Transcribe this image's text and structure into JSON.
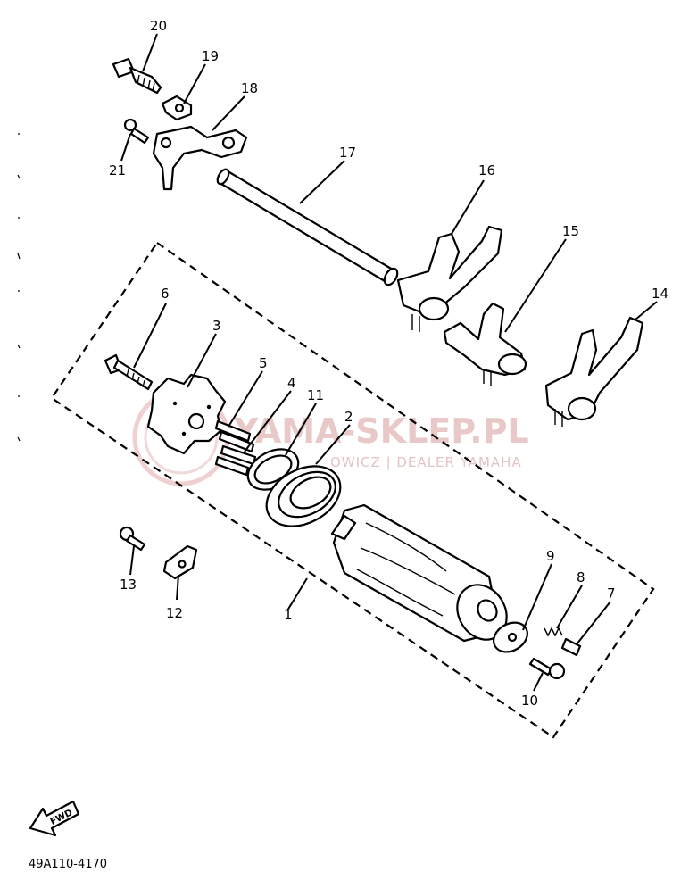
{
  "diagram": {
    "callouts": [
      {
        "id": "c20",
        "label": "20"
      },
      {
        "id": "c19",
        "label": "19"
      },
      {
        "id": "c18",
        "label": "18"
      },
      {
        "id": "c21",
        "label": "21"
      },
      {
        "id": "c17",
        "label": "17"
      },
      {
        "id": "c16",
        "label": "16"
      },
      {
        "id": "c15",
        "label": "15"
      },
      {
        "id": "c14",
        "label": "14"
      },
      {
        "id": "c6",
        "label": "6"
      },
      {
        "id": "c3",
        "label": "3"
      },
      {
        "id": "c5",
        "label": "5"
      },
      {
        "id": "c4",
        "label": "4"
      },
      {
        "id": "c11",
        "label": "11"
      },
      {
        "id": "c2",
        "label": "2"
      },
      {
        "id": "c13",
        "label": "13"
      },
      {
        "id": "c12",
        "label": "12"
      },
      {
        "id": "c1",
        "label": "1"
      },
      {
        "id": "c9",
        "label": "9"
      },
      {
        "id": "c8",
        "label": "8"
      },
      {
        "id": "c7",
        "label": "7"
      },
      {
        "id": "c10",
        "label": "10"
      }
    ],
    "fwd_label": "FWD",
    "part_code": "49A110-4170",
    "watermark": {
      "title": "YAMA-SKLEP.PL",
      "subtitle": "OWICZ | DEALER YAMAHA"
    }
  }
}
